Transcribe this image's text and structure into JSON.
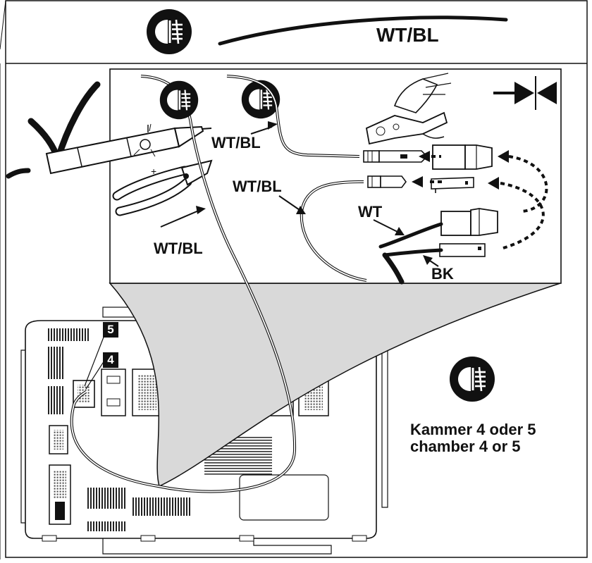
{
  "header": {
    "wire_color_label": "WT/BL",
    "icon": "fog-lamp-icon"
  },
  "callout": {
    "wire_labels": {
      "pliers_wire": "WT/BL",
      "top_wire": "WT/BL",
      "lower_wire": "WT/BL",
      "white": "WT",
      "black": "BK"
    },
    "icons": [
      "checkmark-icon",
      "test-light-probe-icon",
      "wire-cutter-pliers-icon",
      "crimping-tool-icon",
      "fog-lamp-icon",
      "squeeze-arrows-icon",
      "spade-terminal-icon",
      "connector-housing-icon"
    ]
  },
  "board": {
    "chamber_badges": [
      "5",
      "4"
    ],
    "instruction": {
      "line1": "Kammer 4 oder 5",
      "line2": "chamber 4 or 5"
    },
    "icons": [
      "fuse-box-icon",
      "fog-lamp-icon"
    ]
  },
  "colors": {
    "ink": "#111111",
    "magnify_shade": "#d9d9d9",
    "paper": "#ffffff"
  }
}
